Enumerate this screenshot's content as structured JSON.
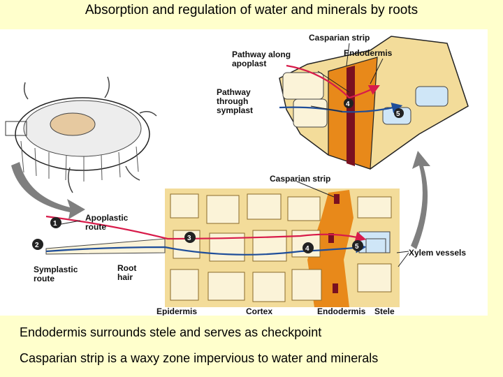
{
  "title": "Absorption and regulation of water and minerals by roots",
  "figure": {
    "labels": {
      "casparian_strip_top": "Casparian strip",
      "endodermis_top": "Endodermis",
      "pathway_apoplast_1": "Pathway along",
      "pathway_apoplast_2": "apoplast",
      "pathway_symplast_1": "Pathway",
      "pathway_symplast_2": "through",
      "pathway_symplast_3": "symplast",
      "casparian_strip_bottom": "Casparian strip",
      "apoplastic_route_1": "Apoplastic",
      "apoplastic_route_2": "route",
      "symplastic_route_1": "Symplastic",
      "symplastic_route_2": "route",
      "root_hair_1": "Root",
      "root_hair_2": "hair",
      "xylem_vessels": "Xylem vessels",
      "epidermis": "Epidermis",
      "cortex": "Cortex",
      "endodermis_bottom": "Endodermis",
      "stele": "Stele"
    },
    "step_numbers": [
      "1",
      "2",
      "3",
      "4",
      "5"
    ],
    "colors": {
      "apoplast_path": "#d81b4a",
      "symplast_path": "#1f4e9a",
      "endodermis": "#e8891a",
      "casparian": "#7a1020",
      "cell_wall": "#f3dc9a",
      "cytoplasm": "#fbf3d8",
      "xylem": "#cfe6f7",
      "arrow": "#7f7f7f"
    }
  },
  "captions": [
    "Endodermis surrounds stele and serves as checkpoint",
    "Casparian strip is a waxy zone impervious to water and minerals"
  ]
}
